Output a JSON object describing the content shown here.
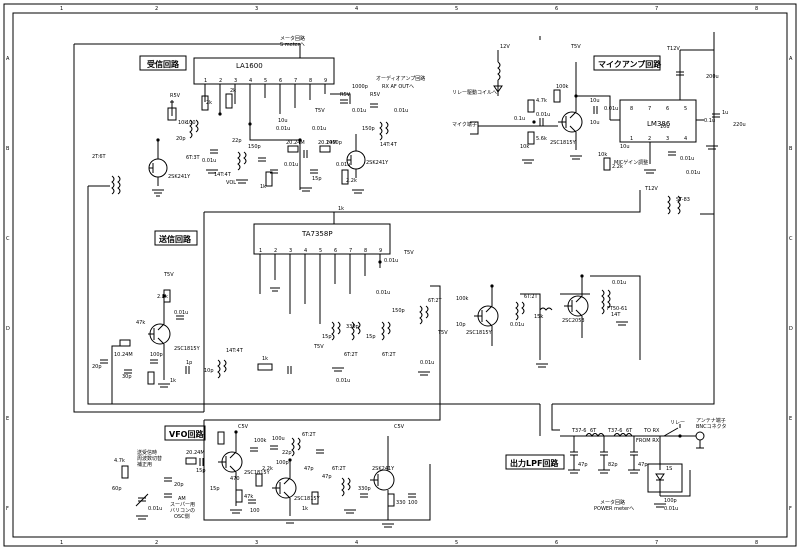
{
  "frame": {
    "top_numbers": [
      "1",
      "2",
      "3",
      "4",
      "5",
      "6",
      "7",
      "8"
    ],
    "side_letters": [
      "A",
      "B",
      "C",
      "D",
      "E",
      "F"
    ]
  },
  "sections": {
    "rx": "受信回路",
    "tx": "送信回路",
    "vfo": "VFO回路",
    "mic": "マイクアンプ回路",
    "lpf": "出力LPF回路"
  },
  "ics": {
    "la1600": {
      "name": "LA1600",
      "pins": [
        "1",
        "2",
        "3",
        "4",
        "5",
        "6",
        "7",
        "8",
        "9"
      ]
    },
    "ta7358p": {
      "name": "TA7358P",
      "pins": [
        "1",
        "2",
        "3",
        "4",
        "5",
        "6",
        "7",
        "8",
        "9"
      ]
    },
    "lm386": {
      "name": "LM386",
      "pins_top": [
        "8",
        "7",
        "6",
        "5"
      ],
      "pins_bottom": [
        "1",
        "2",
        "3",
        "4"
      ]
    }
  },
  "notes": {
    "smeter": "メータ回路\nS meterへ",
    "audio": "オーディオアンプ回路\nRX AF OUTへ",
    "relay_mic": "リレー駆動コイルへ",
    "mic_jack": "マイク端子",
    "mic_gain": "MICゲイン調整",
    "from_rx": "FROM RX",
    "to_rx": "TO RX",
    "relay": "リレー",
    "antenna": "アンテナ端子\nBNCコネクタ",
    "power_meter": "メータ回路\nPOWER meterへ",
    "vfo_freq": "送受信時\n周波数切替\n補正用",
    "vfo_varicap": "AM\nスーパー用\nバリコン",
    "vfo_varicap2": "の\nOSC側"
  },
  "labels": {
    "rx": [
      "R5V",
      "10k",
      "2T:6T",
      "6T:3T",
      "14T:4T",
      "2SK241Y",
      "100",
      "20p",
      "0.01u",
      "150p",
      "10u",
      "T5V",
      "2k",
      "0.01u",
      "0.01u",
      "1000p",
      "20.24M",
      "20.24M",
      "15p",
      "1k",
      "2.2k",
      "150p",
      "14T:4T",
      "VOL",
      "2SK241Y",
      "R5V",
      "R5V",
      "1000p",
      "0.01u",
      "0.01u",
      "22p",
      "2k",
      "0.01u",
      "0.01u"
    ],
    "tx": [
      "1k",
      "T5V",
      "2.2k",
      "47k",
      "0.01u",
      "2SC1815Y",
      "10.24M",
      "20p",
      "30p",
      "100p",
      "1k",
      "14T:4T",
      "1k",
      "1p",
      "10p",
      "T5V",
      "0.01u",
      "15p",
      "15p",
      "6T:2T",
      "6T:2T",
      "330p",
      "0.01u",
      "T5V",
      "150p",
      "0.01u",
      "6T:2T",
      "100k",
      "2SC1815Y",
      "10p",
      "0.01u",
      "6T:2T",
      "2SC2053",
      "15k",
      "FT50-61\n14T",
      "0.01u",
      "T5V",
      "0.01u",
      "T12V"
    ],
    "vfo": [
      "C5V",
      "100k",
      "20.24M",
      "100u",
      "2SC1815Y",
      "47k",
      "470",
      "2.2k",
      "100",
      "15p",
      "15p",
      "2SC1815Y",
      "6T:2T",
      "47p",
      "330p",
      "1k",
      "6T:2T",
      "2SC1815Y",
      "10k",
      "100k",
      "100",
      "1000p",
      "2SK241Y",
      "C5V",
      "330",
      "C5V",
      "20p",
      "4.7k",
      "20p",
      "60p",
      "0.01u",
      "0.01u",
      "150p",
      "22p",
      "100p",
      "50p",
      "47p"
    ],
    "mic": [
      "12V",
      "T5V",
      "T12V",
      "4.7k",
      "0.01u",
      "10u",
      "100k",
      "5.6k",
      "2SC1815Y",
      "2.2k",
      "0.1u",
      "10k",
      "10u",
      "200u",
      "1u",
      "220u",
      "0.01u",
      "10u",
      "0.01u",
      "10k",
      "10u",
      "0.1u",
      "0.01u"
    ],
    "lpf": [
      "T37-6",
      "6T",
      "T37-6",
      "6T",
      "47p",
      "82p",
      "47p",
      "1S",
      "100p",
      "0.01u"
    ]
  }
}
